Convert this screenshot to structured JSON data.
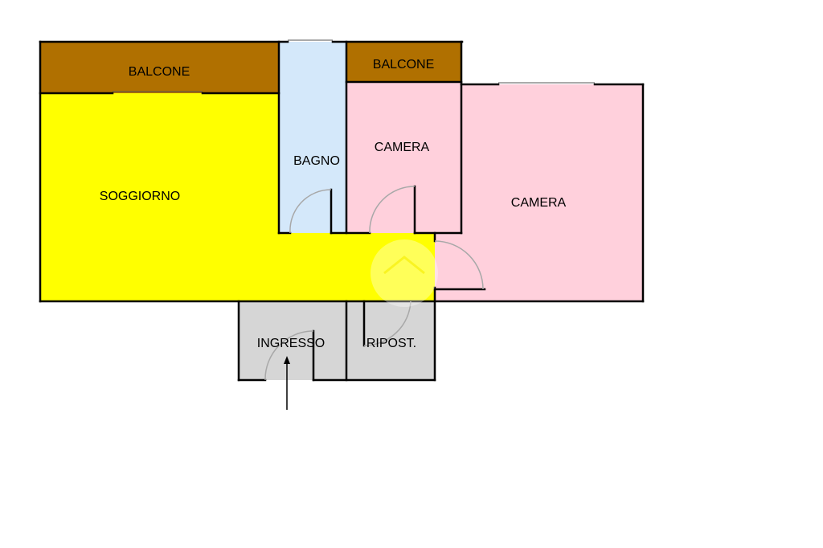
{
  "rooms": {
    "balcone_left": "BALCONE",
    "balcone_right": "BALCONE",
    "soggiorno": "SOGGIORNO",
    "bagno": "BAGNO",
    "camera_small": "CAMERA",
    "camera_large": "CAMERA",
    "ingresso": "INGRESSO",
    "ripostiglio": "RIPOST."
  },
  "colors": {
    "balcone": "#b07000",
    "soggiorno": "#ffff00",
    "bagno": "#d4e8fa",
    "camera": "#ffd0dc",
    "ingresso": "#d6d6d6",
    "wall": "#000000",
    "door_arc": "#a8a8a8"
  },
  "icons": {
    "entrance": "entrance-arrow-icon",
    "watermark": "home-watermark-icon"
  }
}
